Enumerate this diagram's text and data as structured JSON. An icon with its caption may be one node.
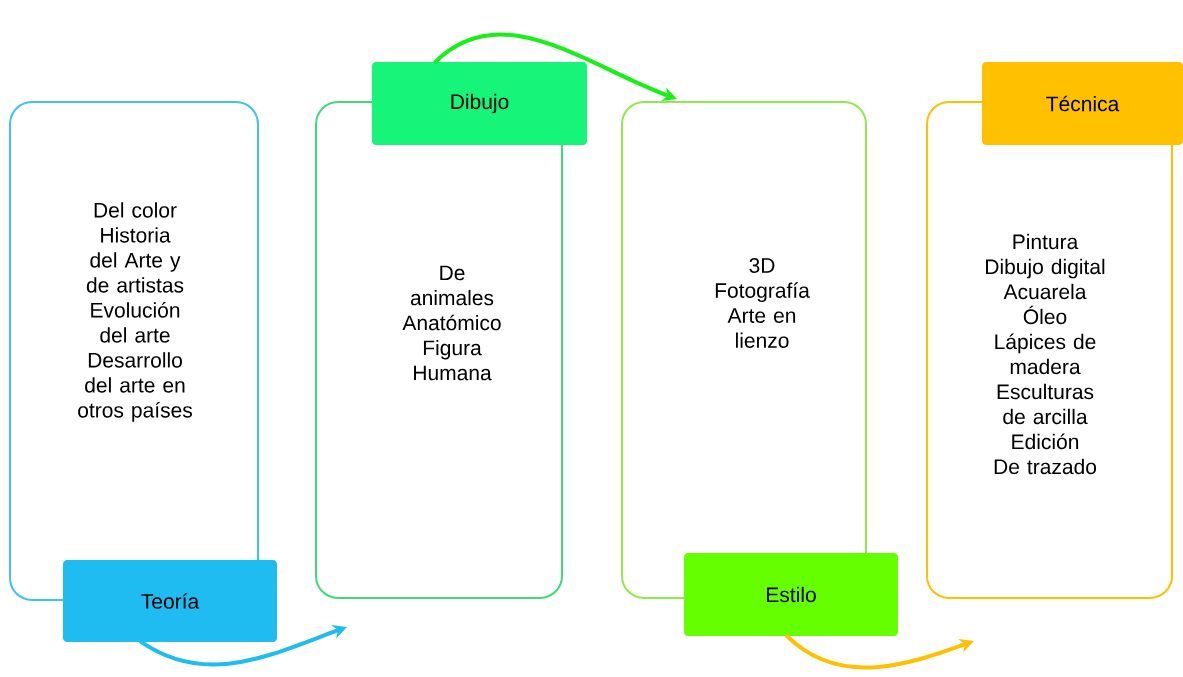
{
  "diagram": {
    "nodes": [
      {
        "text": [
          "Del color",
          "Historia del Arte y de artistas",
          "Evolución del arte",
          "Desarrollo del arte en otros países"
        ]
      },
      {
        "text": [
          "Teoría"
        ]
      },
      {
        "text": [
          "De animales",
          "Anatómico",
          "Figura Humana"
        ]
      },
      {
        "text": [
          "Dibujo"
        ]
      },
      {
        "text": [
          "3D",
          "Fotografía",
          "Arte en lienzo"
        ]
      },
      {
        "text": [
          "Estilo"
        ]
      },
      {
        "text": [
          "Pintura",
          "Dibujo digital",
          "Acuarela",
          "Óleo",
          "Lápices de madera",
          "Esculturas de arcilla",
          "Edición",
          "De trazado"
        ]
      },
      {
        "text": [
          "Técnica"
        ]
      }
    ],
    "edges": [
      {
        "from": 1,
        "to": 2,
        "arrow": "to",
        "color": "#1ebcf0"
      },
      {
        "from": 3,
        "to": 4,
        "arrow": "to",
        "color": "#16f016"
      },
      {
        "from": 5,
        "to": 6,
        "arrow": "to",
        "color": "#ffc000"
      }
    ]
  }
}
